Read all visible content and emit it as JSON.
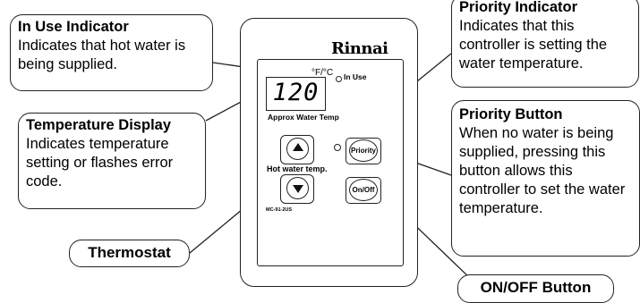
{
  "callouts": {
    "in_use": {
      "title": "In Use Indicator",
      "desc": "Indicates that hot water is being supplied."
    },
    "temperature_display": {
      "title": "Temperature Display",
      "desc": "Indicates temperature setting or flashes error code."
    },
    "thermostat": {
      "title": "Thermostat"
    },
    "priority_indicator": {
      "title": "Priority Indicator",
      "desc": "Indicates that this controller is setting the water temperature."
    },
    "priority_button": {
      "title": "Priority Button",
      "desc": "When no water is being supplied, pressing this button allows this controller to set the water temperature."
    },
    "onoff_button": {
      "title": "ON/OFF Button"
    }
  },
  "device": {
    "brand": "Rinnai",
    "unit_label": "°F/°C",
    "in_use_label": "In Use",
    "display_value": "120",
    "approx_label": "Approx Water Temp",
    "hot_water_label": "Hot water temp.",
    "priority_label": "Priority",
    "onoff_label": "On/Off",
    "model": "MC-91-2US"
  }
}
